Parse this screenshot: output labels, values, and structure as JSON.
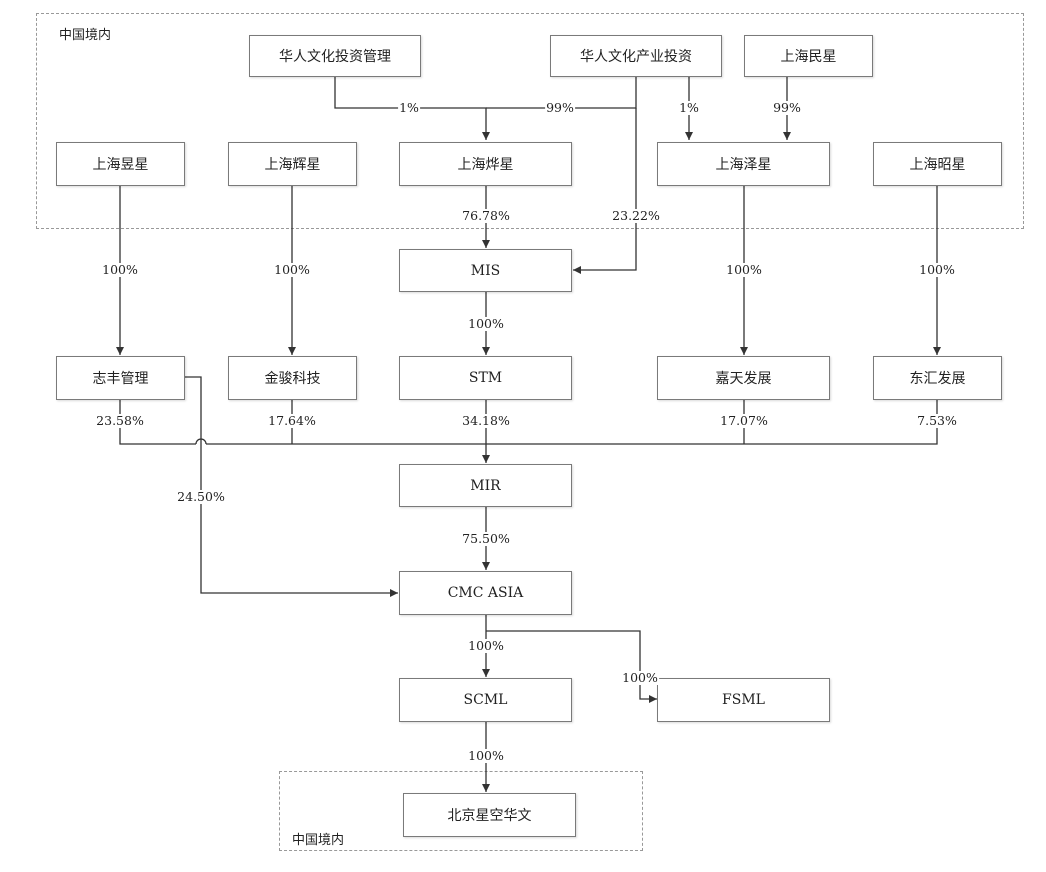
{
  "regions": {
    "top": "中国境内",
    "bottom": "中国境内"
  },
  "nodes": {
    "huaren_guanli": "华人文化投资管理",
    "huaren_chanye": "华人文化产业投资",
    "shanghai_minxing": "上海民星",
    "shanghai_yuxing": "上海昱星",
    "shanghai_huixing": "上海辉星",
    "shanghai_yexing": "上海烨星",
    "shanghai_zexing": "上海泽星",
    "shanghai_zhaoxing": "上海昭星",
    "mis": "MIS",
    "zhifeng": "志丰管理",
    "jinjun": "金骏科技",
    "stm": "STM",
    "jiatian": "嘉天发展",
    "donghui": "东汇发展",
    "mir": "MIR",
    "cmc_asia": "CMC ASIA",
    "scml": "SCML",
    "fsml": "FSML",
    "beijing": "北京星空华文"
  },
  "edges": {
    "guanli_yexing": "1%",
    "chanye_yexing": "99%",
    "chanye_zexing": "1%",
    "minxing_zexing": "99%",
    "yexing_mis": "76.78%",
    "chanye_mis": "23.22%",
    "yuxing_zhifeng": "100%",
    "huixing_jinjun": "100%",
    "mis_stm": "100%",
    "zexing_jiatian": "100%",
    "zhaoxing_donghui": "100%",
    "zhifeng_mir": "23.58%",
    "jinjun_mir": "17.64%",
    "stm_mir": "34.18%",
    "jiatian_mir": "17.07%",
    "donghui_mir": "7.53%",
    "zhifeng_cmc": "24.50%",
    "mir_cmc": "75.50%",
    "cmc_scml": "100%",
    "cmc_fsml": "100%",
    "scml_beijing": "100%"
  }
}
